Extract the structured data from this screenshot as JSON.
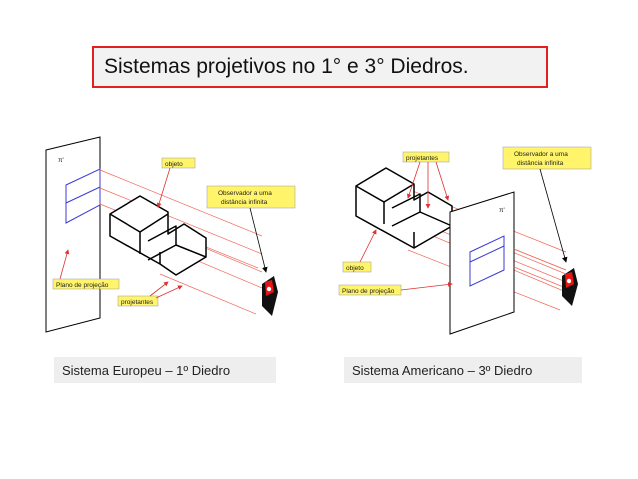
{
  "slide": {
    "title": "Sistemas projetivos no 1° e 3° Diedros."
  },
  "left_diagram": {
    "plane_symbol": "π'",
    "labels": {
      "objeto": "objeto",
      "observador_line1": "Observador a uma",
      "observador_line2": "distância infinita",
      "plano": "Plano de projeção",
      "projetantes": "projetantes"
    },
    "caption": "Sistema Europeu – 1º Diedro"
  },
  "right_diagram": {
    "plane_symbol": "π'",
    "labels": {
      "projetantes": "projetantes",
      "observador_line1": "Observador a uma",
      "observador_line2": "distância infinita",
      "objeto": "objeto",
      "plano": "Plano de projeção"
    },
    "caption": "Sistema Americano – 3º Diedro"
  },
  "colors": {
    "title_border": "#e32020",
    "label_bg": "#fff46a",
    "projector_lines": "#f26a5e",
    "projection_blue": "#3b3bd6"
  }
}
